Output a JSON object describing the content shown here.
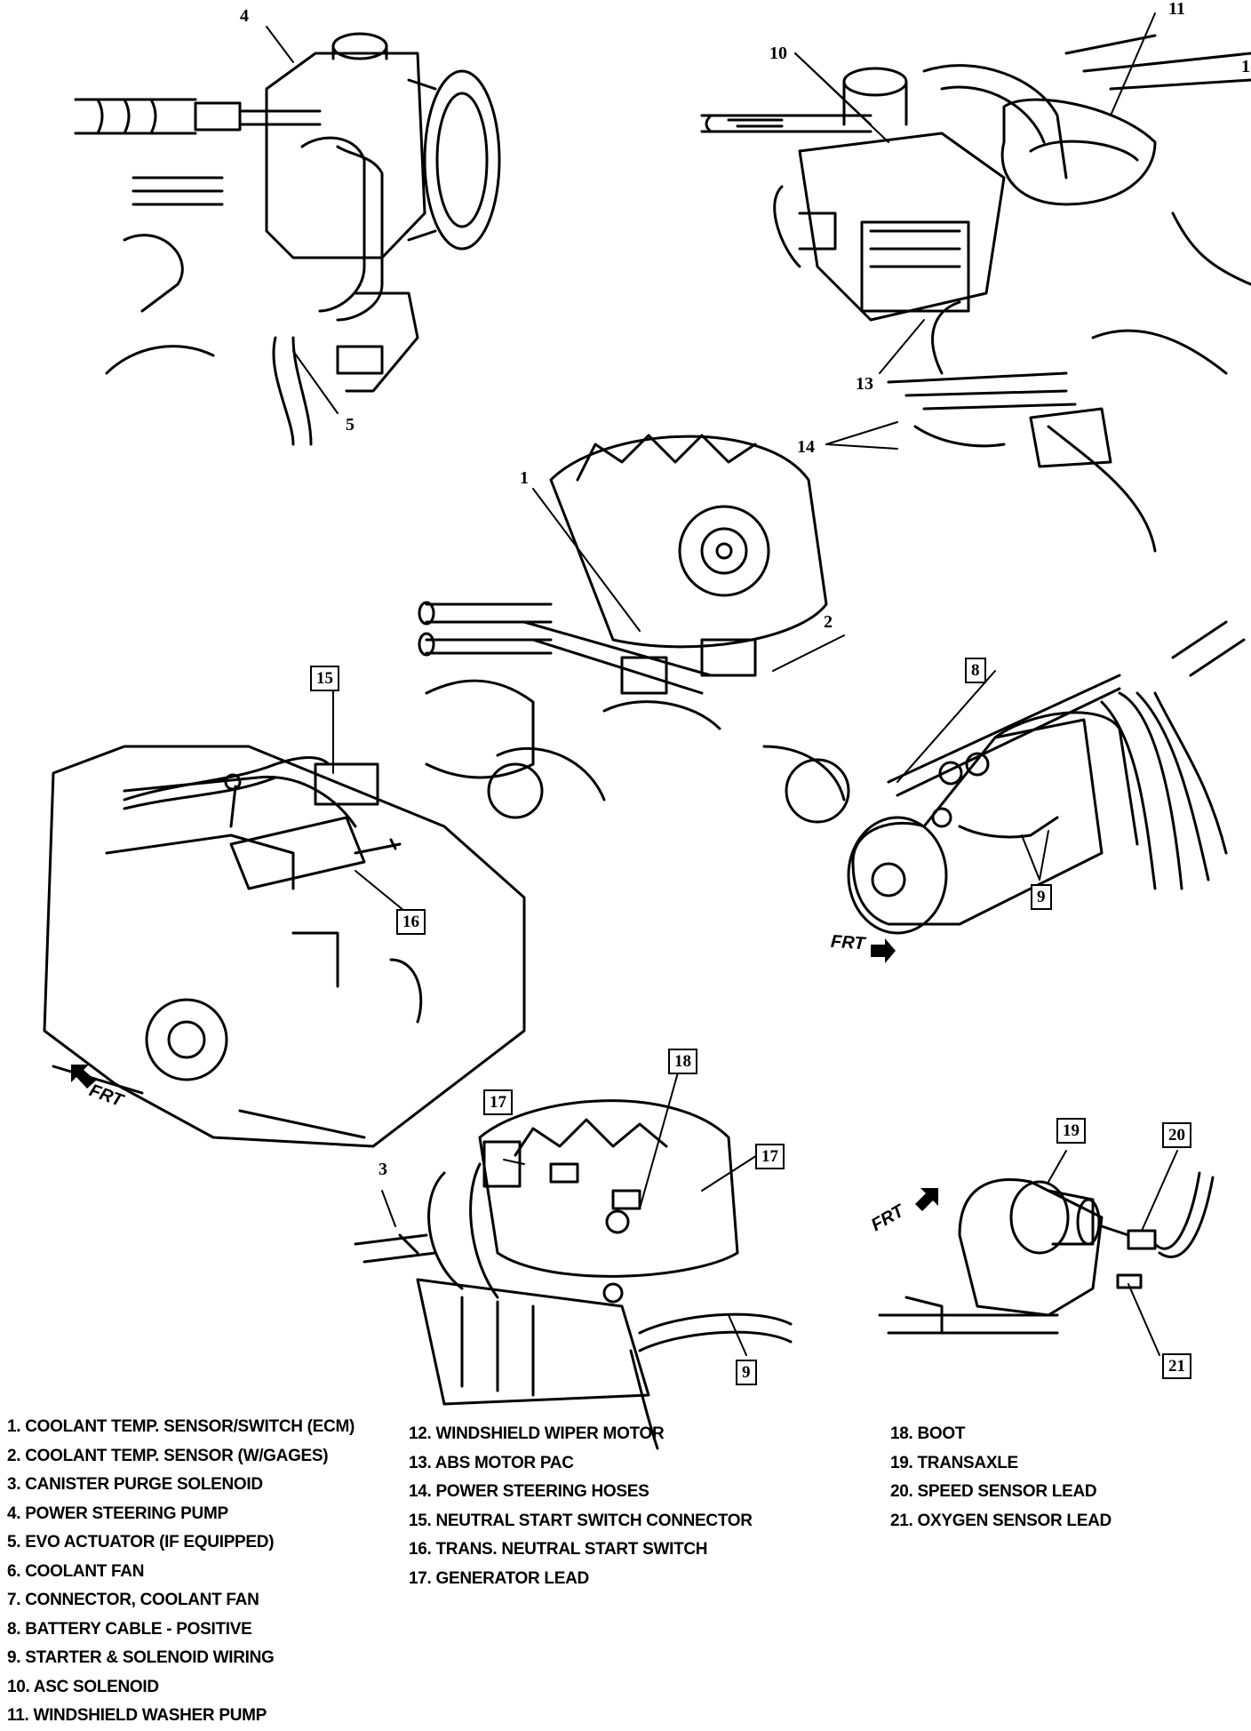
{
  "callouts": [
    {
      "id": "c1",
      "text": "1",
      "boxed": false
    },
    {
      "id": "c2",
      "text": "2",
      "boxed": false
    },
    {
      "id": "c3",
      "text": "3",
      "boxed": false
    },
    {
      "id": "c4",
      "text": "4",
      "boxed": false
    },
    {
      "id": "c5",
      "text": "5",
      "boxed": false
    },
    {
      "id": "c8",
      "text": "8",
      "boxed": true
    },
    {
      "id": "c9a",
      "text": "9",
      "boxed": true
    },
    {
      "id": "c9b",
      "text": "9",
      "boxed": true
    },
    {
      "id": "c10",
      "text": "10",
      "boxed": false
    },
    {
      "id": "c11",
      "text": "11",
      "boxed": false
    },
    {
      "id": "c12",
      "text": "1",
      "boxed": false
    },
    {
      "id": "c13",
      "text": "13",
      "boxed": false
    },
    {
      "id": "c14",
      "text": "14",
      "boxed": false
    },
    {
      "id": "c15",
      "text": "15",
      "boxed": true
    },
    {
      "id": "c16",
      "text": "16",
      "boxed": true
    },
    {
      "id": "c17a",
      "text": "17",
      "boxed": true
    },
    {
      "id": "c17b",
      "text": "17",
      "boxed": true
    },
    {
      "id": "c18",
      "text": "18",
      "boxed": true
    },
    {
      "id": "c19",
      "text": "19",
      "boxed": true
    },
    {
      "id": "c20",
      "text": "20",
      "boxed": true
    },
    {
      "id": "c21",
      "text": "21",
      "boxed": true
    }
  ],
  "frt_label": "FRT",
  "legend": {
    "col1": [
      "1. COOLANT TEMP. SENSOR/SWITCH (ECM)",
      "2. COOLANT TEMP. SENSOR (W/GAGES)",
      "3. CANISTER PURGE SOLENOID",
      "4. POWER STEERING PUMP",
      "5. EVO ACTUATOR (IF EQUIPPED)",
      "6. COOLANT FAN",
      "7. CONNECTOR, COOLANT FAN",
      "8. BATTERY CABLE - POSITIVE",
      "9. STARTER & SOLENOID WIRING",
      "10. ASC SOLENOID",
      "11. WINDSHIELD WASHER PUMP"
    ],
    "col2": [
      "12. WINDSHIELD WIPER MOTOR",
      "13. ABS MOTOR PAC",
      "14. POWER STEERING HOSES",
      "15. NEUTRAL START SWITCH CONNECTOR",
      "16. TRANS. NEUTRAL START SWITCH",
      "17. GENERATOR LEAD"
    ],
    "col3": [
      "18. BOOT",
      "19. TRANSAXLE",
      "20. SPEED SENSOR LEAD",
      "21. OXYGEN SENSOR LEAD"
    ]
  }
}
